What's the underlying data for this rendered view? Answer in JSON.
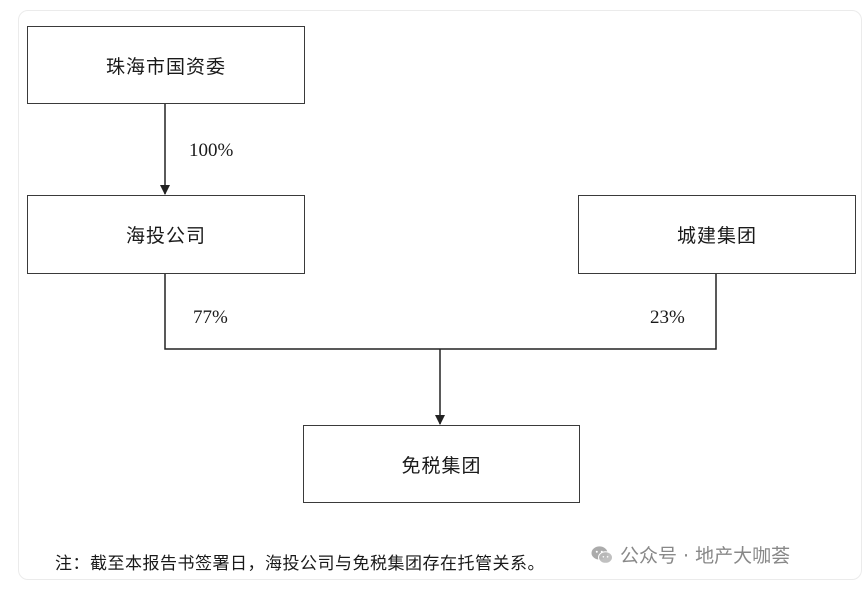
{
  "nodes": {
    "sasac": "珠海市国资委",
    "haitou": "海投公司",
    "chengjian": "城建集团",
    "dutyfree": "免税集团"
  },
  "edges": {
    "sasac_to_haitou": "100%",
    "haitou_to_dutyfree": "77%",
    "chengjian_to_dutyfree": "23%"
  },
  "note": "注：截至本报告书签署日，海投公司与免税集团存在托管关系。",
  "watermark": {
    "icon": "wechat-icon",
    "text": "公众号 · 地产大咖荟"
  }
}
